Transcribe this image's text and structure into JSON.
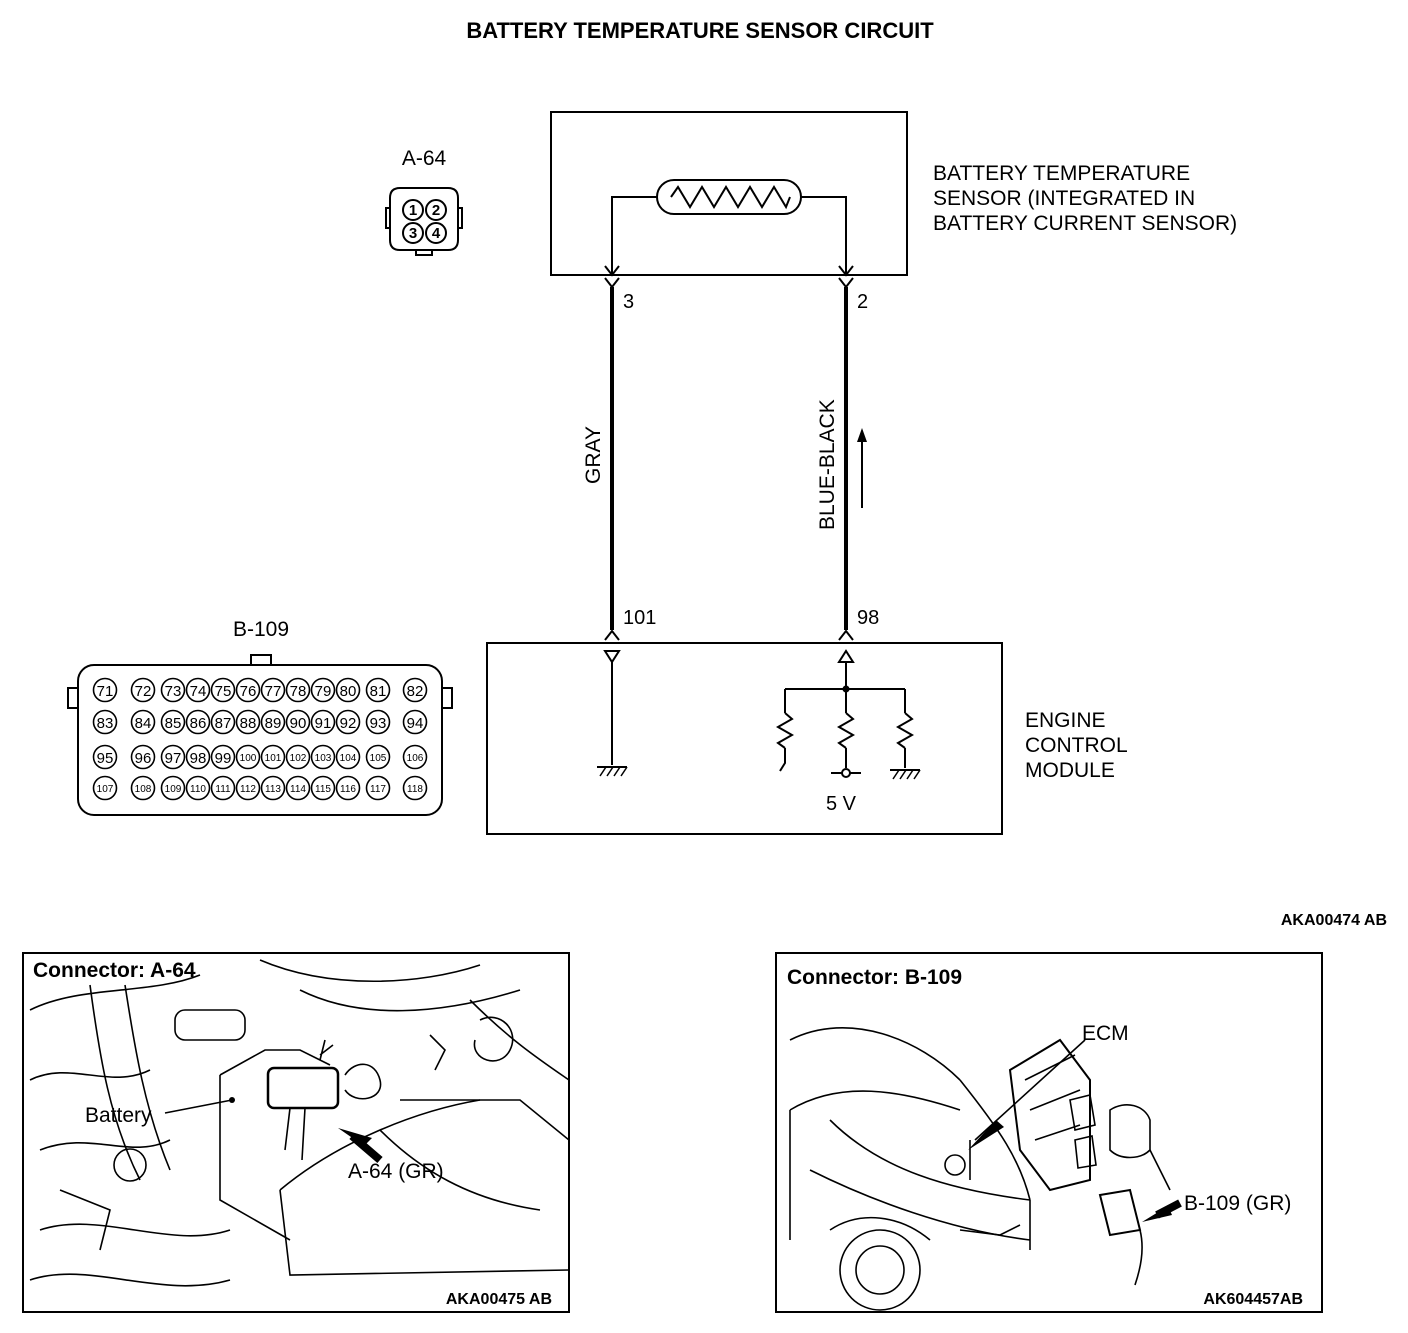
{
  "title": "BATTERY TEMPERATURE SENSOR CIRCUIT",
  "sensor": {
    "label_lines": [
      "BATTERY TEMPERATURE",
      "SENSOR (INTEGRATED IN",
      "BATTERY CURRENT SENSOR)"
    ],
    "pin_left": "3",
    "pin_right": "2"
  },
  "wires": {
    "left_color": "GRAY",
    "right_color": "BLUE-BLACK"
  },
  "ecm": {
    "label_lines": [
      "ENGINE",
      "CONTROL",
      "MODULE"
    ],
    "pin_left": "101",
    "pin_right": "98",
    "voltage": "5 V"
  },
  "connector_a64": {
    "label": "A-64",
    "pins": [
      "1",
      "2",
      "3",
      "4"
    ]
  },
  "connector_b109": {
    "label": "B-109",
    "rows": [
      [
        "71",
        "72",
        "73",
        "74",
        "75",
        "76",
        "77",
        "78",
        "79",
        "80",
        "81",
        "82"
      ],
      [
        "83",
        "84",
        "85",
        "86",
        "87",
        "88",
        "89",
        "90",
        "91",
        "92",
        "93",
        "94"
      ],
      [
        "95",
        "96",
        "97",
        "98",
        "99",
        "100",
        "101",
        "102",
        "103",
        "104",
        "105",
        "106"
      ],
      [
        "107",
        "108",
        "109",
        "110",
        "111",
        "112",
        "113",
        "114",
        "115",
        "116",
        "117",
        "118"
      ]
    ]
  },
  "diagram_ref": "AKA00474 AB",
  "panel_a64": {
    "title": "Connector: A-64",
    "callout_battery": "Battery",
    "callout_connector": "A-64 (GR)",
    "ref": "AKA00475 AB"
  },
  "panel_b109": {
    "title": "Connector: B-109",
    "callout_ecm": "ECM",
    "callout_connector": "B-109 (GR)",
    "ref": "AK604457AB"
  }
}
